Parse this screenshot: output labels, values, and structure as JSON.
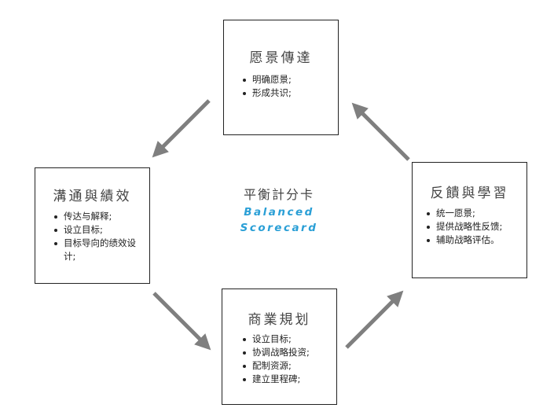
{
  "center": {
    "title": "平衡計分卡",
    "english_line1": "Balanced",
    "english_line2": "Scorecard",
    "english_color": "#2a9fd6"
  },
  "boxes": {
    "vision": {
      "title": "愿景傳達",
      "items": [
        "明确愿景;",
        "形成共识;"
      ]
    },
    "communication": {
      "title": "溝通與績效",
      "items": [
        "传达与解释;",
        "设立目标;",
        "目标导向的绩效设计;"
      ]
    },
    "feedback": {
      "title": "反饋與學習",
      "items": [
        "统一愿景;",
        "提供战略性反馈;",
        "辅助战略评估。"
      ]
    },
    "business": {
      "title": "商業規划",
      "items": [
        "设立目标;",
        "协调战略投资;",
        "配制资源;",
        "建立里程碑;"
      ]
    }
  },
  "arrow_color": "#7f7f7f"
}
